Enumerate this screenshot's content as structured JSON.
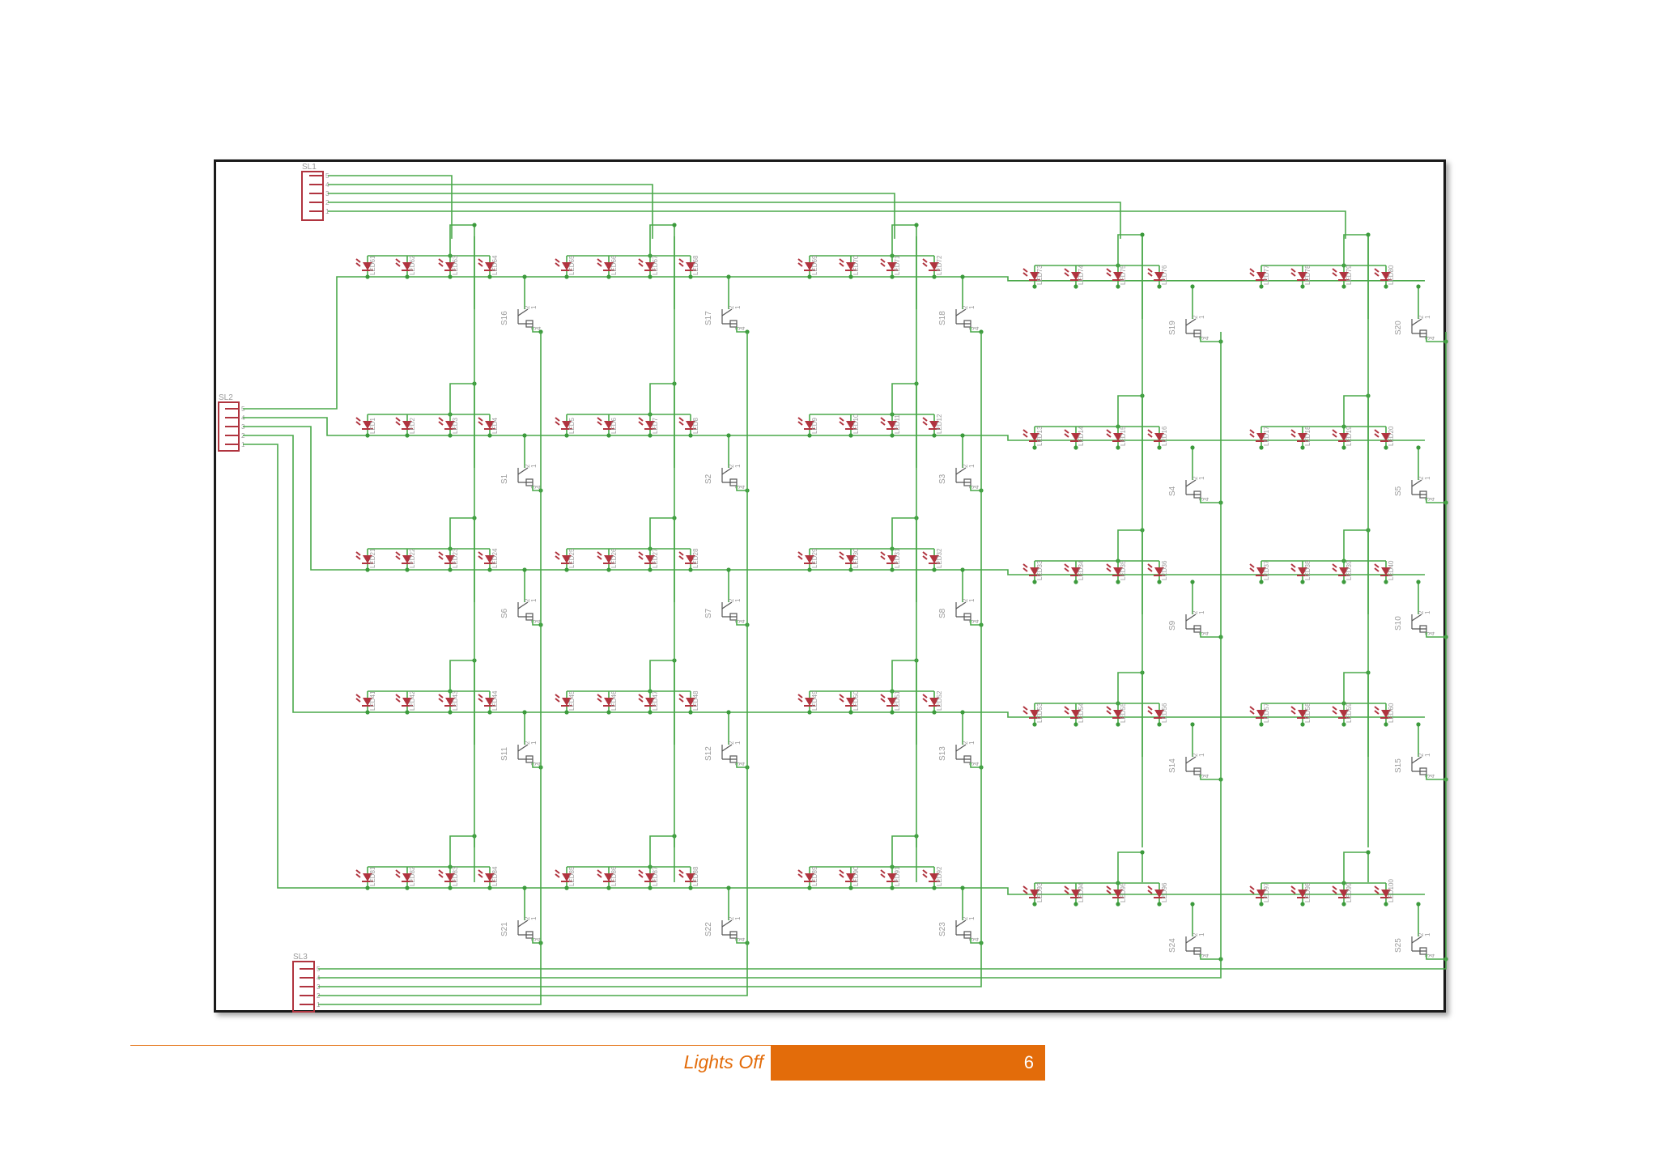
{
  "connectors": {
    "top": "SL1",
    "left": "SL2",
    "bottom": "SL3"
  },
  "pin_numbers": [
    "1",
    "2",
    "3",
    "4",
    "5"
  ],
  "led_labels": [
    [
      "LED61",
      "LED62",
      "LED63",
      "LED64",
      "LED65",
      "LED66",
      "LED67",
      "LED68",
      "LED69",
      "LED70",
      "LED71",
      "LED72",
      "LED73",
      "LED74",
      "LED75",
      "LED76",
      "LED77",
      "LED78",
      "LED79",
      "LED80"
    ],
    [
      "LED1",
      "LED2",
      "LED3",
      "LED4",
      "LED5",
      "LED6",
      "LED7",
      "LED8",
      "LED9",
      "LED10",
      "LED11",
      "LED12",
      "LED13",
      "LED14",
      "LED15",
      "LED16",
      "LED17",
      "LED18",
      "LED19",
      "LED20"
    ],
    [
      "LED21",
      "LED22",
      "LED23",
      "LED24",
      "LED25",
      "LED26",
      "LED27",
      "LED28",
      "LED29",
      "LED30",
      "LED31",
      "LED32",
      "LED33",
      "LED34",
      "LED35",
      "LED36",
      "LED37",
      "LED38",
      "LED39",
      "LED40"
    ],
    [
      "LED41",
      "LED42",
      "LED43",
      "LED44",
      "LED45",
      "LED46",
      "LED47",
      "LED48",
      "LED49",
      "LED50",
      "LED51",
      "LED52",
      "LED53",
      "LED54",
      "LED55",
      "LED56",
      "LED57",
      "LED58",
      "LED59",
      "LED60"
    ],
    [
      "LED81",
      "LED82",
      "LED83",
      "LED84",
      "LED85",
      "LED86",
      "LED87",
      "LED88",
      "LED89",
      "LED90",
      "LED91",
      "LED92",
      "LED93",
      "LED94",
      "LED95",
      "LED96",
      "LED97",
      "LED98",
      "LED99",
      "LED100"
    ]
  ],
  "switch_labels": [
    [
      "S16",
      "S17",
      "S18",
      "S19",
      "S20"
    ],
    [
      "S1",
      "S2",
      "S3",
      "S4",
      "S5"
    ],
    [
      "S6",
      "S7",
      "S8",
      "S9",
      "S10"
    ],
    [
      "S11",
      "S12",
      "S13",
      "S14",
      "S15"
    ],
    [
      "S21",
      "S22",
      "S23",
      "S24",
      "S25"
    ]
  ],
  "footer": {
    "title": "Lights Off",
    "page_number": "6"
  },
  "colors": {
    "wire": "#4aa84a",
    "component": "#b0343f",
    "label": "#9a9a9a",
    "footer_accent": "#e36c0a"
  }
}
